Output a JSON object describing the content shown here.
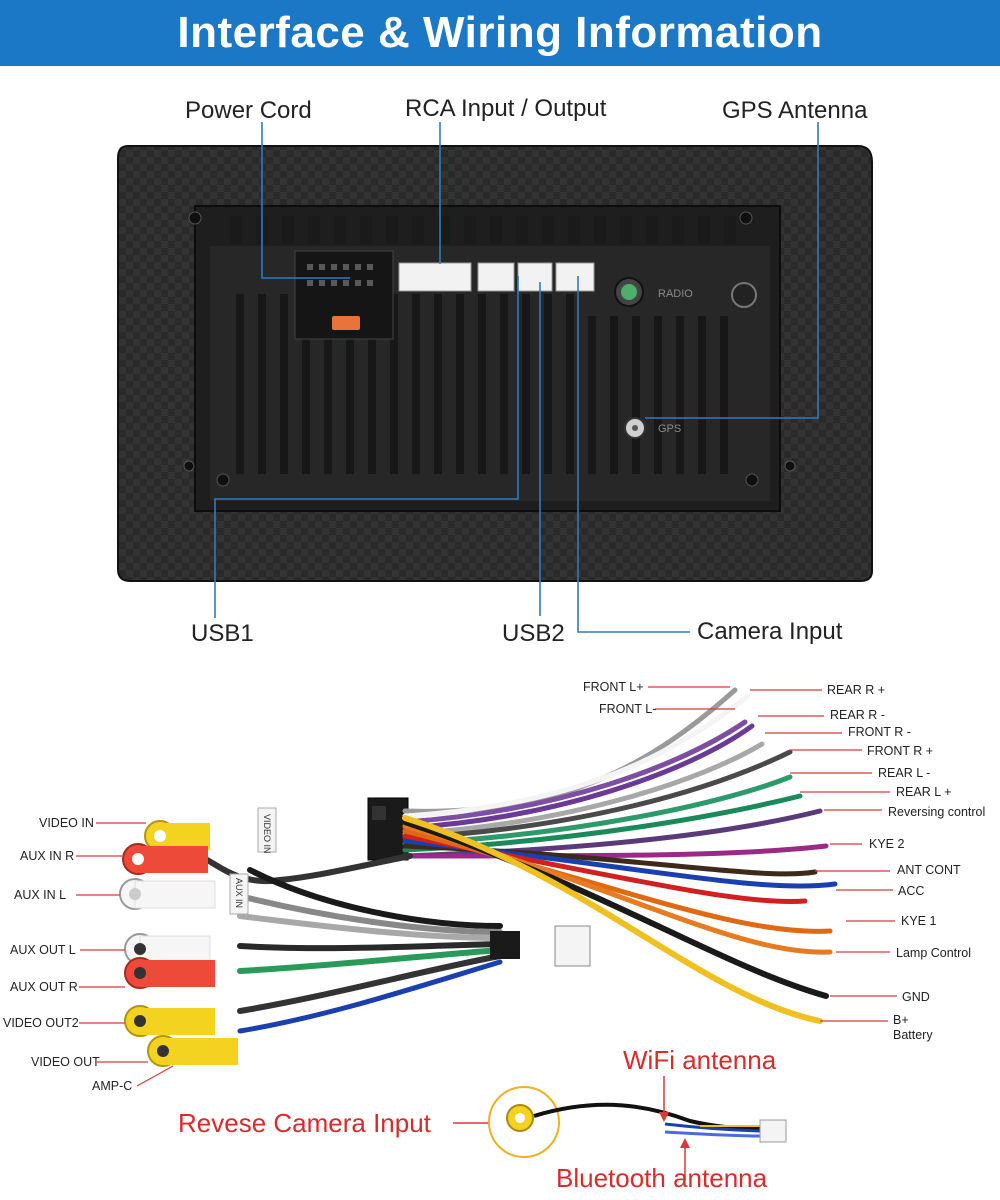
{
  "header": {
    "title": "Interface & Wiring Information"
  },
  "colors": {
    "header_bg": "#1a78c6",
    "callout_line": "#2f7bc0",
    "wire_label_line": "#d83a3a",
    "red_text": "#d92b2b"
  },
  "head_unit": {
    "callouts": {
      "power_cord": "Power Cord",
      "rca": "RCA Input / Output",
      "gps": "GPS Antenna",
      "usb1": "USB1",
      "usb2": "USB2",
      "camera": "Camera Input"
    },
    "panel_text": {
      "radio": "RADIO",
      "gps": "GPS"
    }
  },
  "harness": {
    "right_labels": [
      "FRONT L+",
      "FRONT L-",
      "REAR R +",
      "REAR R -",
      "FRONT R -",
      "FRONT R +",
      "REAR L -",
      "REAR L +",
      "Reversing control",
      "KYE 2",
      "ANT CONT",
      "ACC",
      "KYE 1",
      "Lamp Control",
      "GND",
      "B+",
      "Battery"
    ],
    "left_labels": [
      "VIDEO IN",
      "AUX IN R",
      "AUX  IN L",
      "AUX OUT L",
      "AUX OUT R",
      "VIDEO OUT2",
      "VIDEO OUT",
      "AMP-C"
    ],
    "tags": [
      "VIDEO IN",
      "AUX IN"
    ]
  },
  "antenna_cable": {
    "wifi": "WiFi antenna",
    "bluetooth": "Bluetooth antenna",
    "camera": "Revese Camera Input"
  }
}
